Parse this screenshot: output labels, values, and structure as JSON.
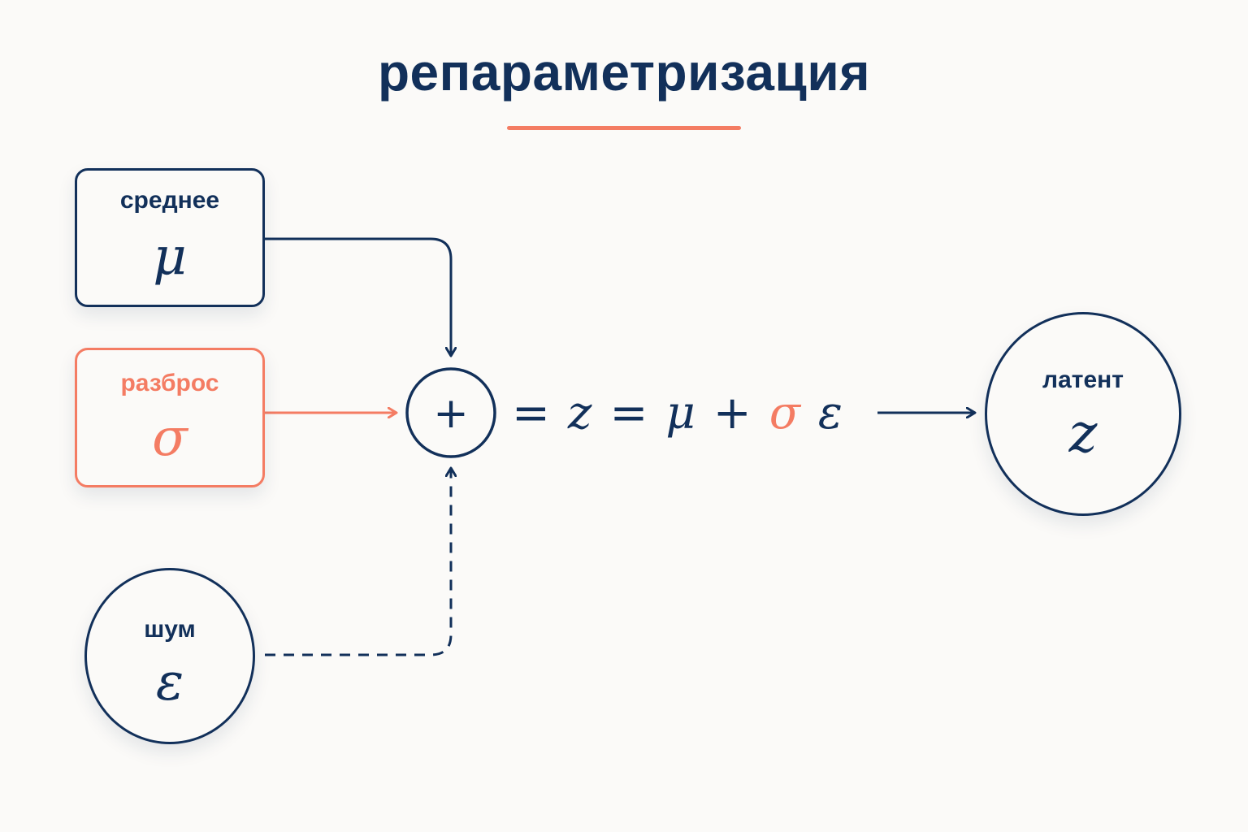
{
  "title": "репараметризация",
  "colors": {
    "primary": "#12305a",
    "accent": "#f47c63",
    "background": "#fbfaf8"
  },
  "nodes": {
    "mean": {
      "label": "среднее",
      "symbol": "μ"
    },
    "spread": {
      "label": "разброс",
      "symbol": "σ"
    },
    "noise": {
      "label": "шум",
      "symbol": "ε"
    },
    "latent": {
      "label": "латент",
      "symbol": "z"
    }
  },
  "sum_node": {
    "symbol": "+"
  },
  "equation": {
    "eq1": "=",
    "z": "z",
    "eq2": "=",
    "mu": "μ",
    "plus": "+",
    "sigma": "σ",
    "epsilon": "ε"
  },
  "edges": [
    {
      "from": "mean",
      "to": "sum_node",
      "style": "solid",
      "color": "primary"
    },
    {
      "from": "spread",
      "to": "sum_node",
      "style": "solid",
      "color": "accent"
    },
    {
      "from": "noise",
      "to": "sum_node",
      "style": "dashed",
      "color": "primary"
    },
    {
      "from": "equation",
      "to": "latent",
      "style": "solid",
      "color": "primary"
    }
  ]
}
